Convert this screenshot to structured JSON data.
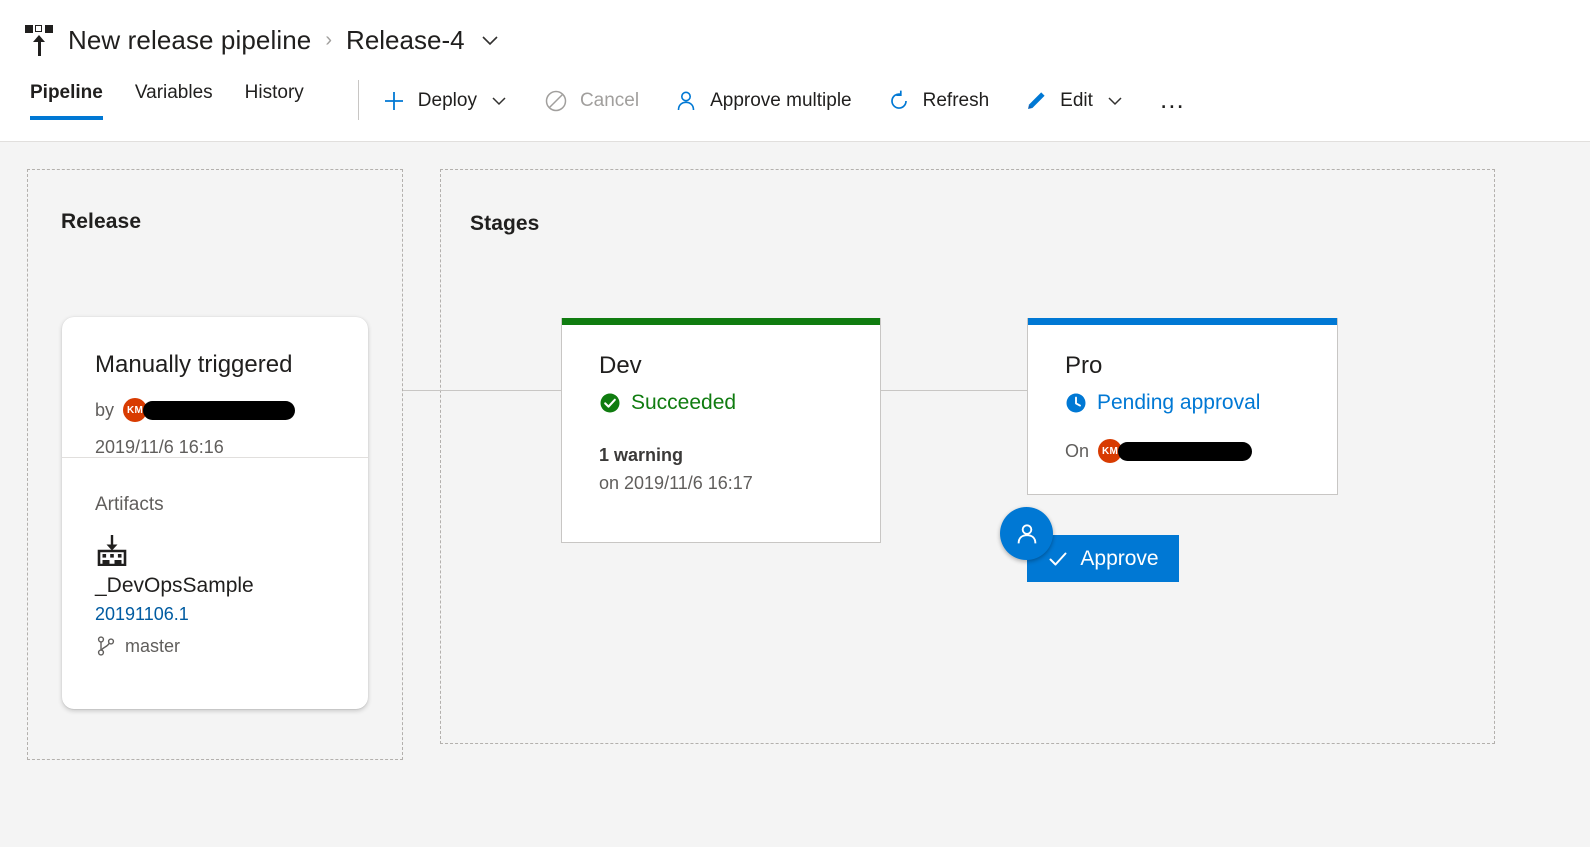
{
  "header": {
    "pipeline_icon": "release-pipeline-icon",
    "breadcrumb_root": "New release pipeline",
    "breadcrumb_separator": "›",
    "breadcrumb_current": "Release-4",
    "breadcrumb_chevron": "chevron-down-icon"
  },
  "tabs": [
    {
      "label": "Pipeline",
      "active": true
    },
    {
      "label": "Variables",
      "active": false
    },
    {
      "label": "History",
      "active": false
    }
  ],
  "toolbar": {
    "deploy": {
      "label": "Deploy",
      "icon": "plus-icon",
      "chevron": "chevron-down-icon",
      "disabled": false
    },
    "cancel": {
      "label": "Cancel",
      "icon": "cancel-icon",
      "disabled": true
    },
    "approve_multiple": {
      "label": "Approve multiple",
      "icon": "person-icon",
      "disabled": false
    },
    "refresh": {
      "label": "Refresh",
      "icon": "refresh-icon",
      "disabled": false
    },
    "edit": {
      "label": "Edit",
      "icon": "pencil-icon",
      "chevron": "chevron-down-icon",
      "disabled": false
    },
    "overflow": {
      "label": "…",
      "icon": "more-actions-icon"
    }
  },
  "release_region": {
    "title": "Release",
    "card": {
      "trigger_title": "Manually triggered",
      "by_label": "by",
      "avatar_initials": "KM",
      "author_redacted": true,
      "date": "2019/11/6 16:16",
      "artifacts_label": "Artifacts",
      "artifact_icon": "build-artifact-icon",
      "artifact_name": "_DevOpsSample",
      "artifact_build": "20191106.1",
      "branch_icon": "branch-icon",
      "branch_name": "master"
    }
  },
  "stages_region": {
    "title": "Stages",
    "stages": [
      {
        "name": "Dev",
        "bar_color": "#107c10",
        "status_icon": "success-check-icon",
        "status": "Succeeded",
        "status_color": "#107c10",
        "warning": "1 warning",
        "warning_date": "on 2019/11/6 16:17"
      },
      {
        "name": "Pro",
        "bar_color": "#0078d4",
        "status_icon": "clock-pending-icon",
        "status": "Pending approval",
        "status_color": "#0078d4",
        "approval_badge_icon": "person-approval-icon",
        "on_label": "On",
        "avatar_initials": "KM",
        "approver_redacted": true,
        "approve_button": {
          "label": "Approve",
          "icon": "check-icon"
        }
      }
    ]
  },
  "colors": {
    "accent": "#0078d4",
    "success": "#107c10",
    "avatar": "#d83b01",
    "link": "#005ba1",
    "canvas_bg": "#f4f4f4"
  }
}
